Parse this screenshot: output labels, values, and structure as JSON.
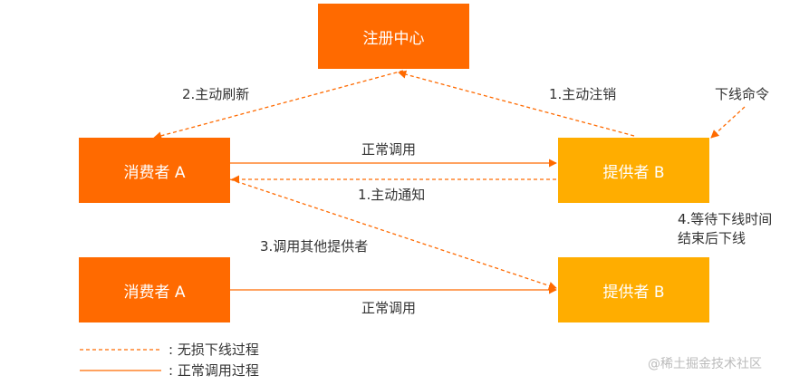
{
  "colors": {
    "orange": "#ff6a00",
    "yellow": "#ffad00",
    "line": "#ff6a00",
    "text": "#333333"
  },
  "nodes": {
    "registry": "注册中心",
    "consumer_top": "消费者 A",
    "provider_top": "提供者 B",
    "consumer_bottom": "消费者 A",
    "provider_bottom": "提供者 B"
  },
  "edges": {
    "active_refresh": "2.主动刷新",
    "active_deregister": "1.主动注销",
    "offline_command": "下线命令",
    "normal_call_top": "正常调用",
    "active_notify": "1.主动通知",
    "wait_offline_line1": "4.等待下线时间",
    "wait_offline_line2": "结束后下线",
    "call_other_provider": "3.调用其他提供者",
    "normal_call_bottom": "正常调用"
  },
  "legend": {
    "dashed": ": 无损下线过程",
    "solid": ": 正常调用过程"
  },
  "watermark": "@稀土掘金技术社区"
}
